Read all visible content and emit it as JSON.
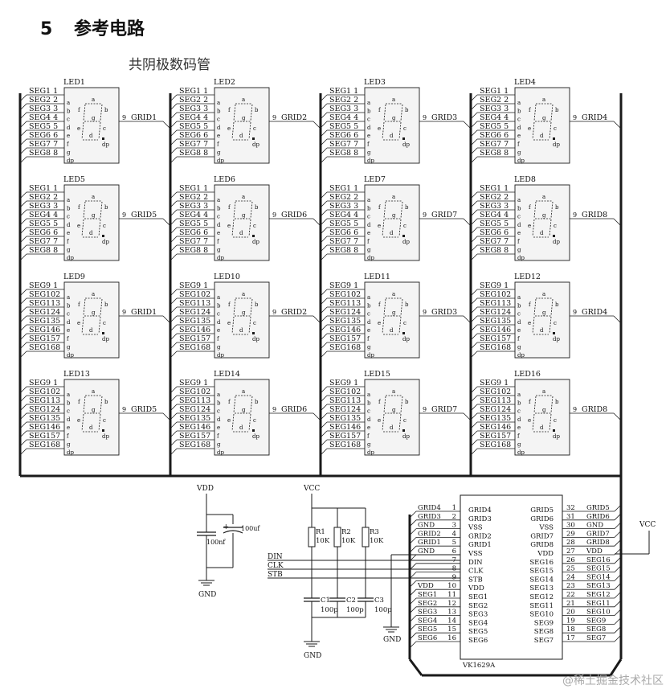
{
  "section": {
    "number": "5",
    "title": "参考电路"
  },
  "subtitle": "共阴极数码管",
  "led_segment_letters": [
    "a",
    "b",
    "c",
    "d",
    "e",
    "f",
    "g",
    "dp"
  ],
  "led_digit_labels": [
    "a",
    "b",
    "c",
    "d",
    "e",
    "f",
    "g",
    "dp"
  ],
  "leds": [
    {
      "name": "LED1",
      "grid": "GRID1",
      "pins": [
        "SEG1  1",
        "SEG2  2",
        "SEG3  3",
        "SEG4  4",
        "SEG5  5",
        "SEG6  6",
        "SEG7  7",
        "SEG8  8"
      ]
    },
    {
      "name": "LED2",
      "grid": "GRID2",
      "pins": [
        "SEG1  1",
        "SEG2  2",
        "SEG3  3",
        "SEG4  4",
        "SEG5  5",
        "SEG6  6",
        "SEG7  7",
        "SEG8  8"
      ]
    },
    {
      "name": "LED3",
      "grid": "GRID3",
      "pins": [
        "SEG1  1",
        "SEG2  2",
        "SEG3  3",
        "SEG4  4",
        "SEG5  5",
        "SEG6  6",
        "SEG7  7",
        "SEG8  8"
      ]
    },
    {
      "name": "LED4",
      "grid": "GRID4",
      "pins": [
        "SEG1  1",
        "SEG2  2",
        "SEG3  3",
        "SEG4  4",
        "SEG5  5",
        "SEG6  6",
        "SEG7  7",
        "SEG8  8"
      ]
    },
    {
      "name": "LED5",
      "grid": "GRID5",
      "pins": [
        "SEG1  1",
        "SEG2  2",
        "SEG3  3",
        "SEG4  4",
        "SEG5  5",
        "SEG6  6",
        "SEG7  7",
        "SEG8  8"
      ]
    },
    {
      "name": "LED6",
      "grid": "GRID6",
      "pins": [
        "SEG1  1",
        "SEG2  2",
        "SEG3  3",
        "SEG4  4",
        "SEG5  5",
        "SEG6  6",
        "SEG7  7",
        "SEG8  8"
      ]
    },
    {
      "name": "LED7",
      "grid": "GRID7",
      "pins": [
        "SEG1  1",
        "SEG2  2",
        "SEG3  3",
        "SEG4  4",
        "SEG5  5",
        "SEG6  6",
        "SEG7  7",
        "SEG8  8"
      ]
    },
    {
      "name": "LED8",
      "grid": "GRID8",
      "pins": [
        "SEG1  1",
        "SEG2  2",
        "SEG3  3",
        "SEG4  4",
        "SEG5  5",
        "SEG6  6",
        "SEG7  7",
        "SEG8  8"
      ]
    },
    {
      "name": "LED9",
      "grid": "GRID1",
      "pins": [
        "SEG9  1",
        "SEG102",
        "SEG113",
        "SEG124",
        "SEG135",
        "SEG146",
        "SEG157",
        "SEG168"
      ]
    },
    {
      "name": "LED10",
      "grid": "GRID2",
      "pins": [
        "SEG9  1",
        "SEG102",
        "SEG113",
        "SEG124",
        "SEG135",
        "SEG146",
        "SEG157",
        "SEG168"
      ]
    },
    {
      "name": "LED11",
      "grid": "GRID3",
      "pins": [
        "SEG9  1",
        "SEG102",
        "SEG113",
        "SEG124",
        "SEG135",
        "SEG146",
        "SEG157",
        "SEG168"
      ]
    },
    {
      "name": "LED12",
      "grid": "GRID4",
      "pins": [
        "SEG9  1",
        "SEG102",
        "SEG113",
        "SEG124",
        "SEG135",
        "SEG146",
        "SEG157",
        "SEG168"
      ]
    },
    {
      "name": "LED13",
      "grid": "GRID5",
      "pins": [
        "SEG9  1",
        "SEG102",
        "SEG113",
        "SEG124",
        "SEG135",
        "SEG146",
        "SEG157",
        "SEG168"
      ]
    },
    {
      "name": "LED14",
      "grid": "GRID6",
      "pins": [
        "SEG9  1",
        "SEG102",
        "SEG113",
        "SEG124",
        "SEG135",
        "SEG146",
        "SEG157",
        "SEG168"
      ]
    },
    {
      "name": "LED15",
      "grid": "GRID7",
      "pins": [
        "SEG9  1",
        "SEG102",
        "SEG113",
        "SEG124",
        "SEG135",
        "SEG146",
        "SEG157",
        "SEG168"
      ]
    },
    {
      "name": "LED16",
      "grid": "GRID8",
      "pins": [
        "SEG9  1",
        "SEG102",
        "SEG113",
        "SEG124",
        "SEG135",
        "SEG146",
        "SEG157",
        "SEG168"
      ]
    }
  ],
  "grid_pin_number": "9",
  "power": {
    "vdd": "VDD",
    "gnd": "GND",
    "c_bulk": "100uf",
    "c_small": "100nf",
    "plus": "+"
  },
  "pullups": {
    "vcc": "VCC",
    "resistors": [
      {
        "ref": "R1",
        "value": "10K"
      },
      {
        "ref": "R2",
        "value": "10K"
      },
      {
        "ref": "R3",
        "value": "10K"
      }
    ],
    "caps": [
      {
        "ref": "C1",
        "value": "100p"
      },
      {
        "ref": "C2",
        "value": "100p"
      },
      {
        "ref": "C3",
        "value": "100p"
      }
    ],
    "signals": [
      "DIN",
      "CLK",
      "STB"
    ],
    "gnd": "GND"
  },
  "ic": {
    "part": "VK1629A",
    "left_nets": [
      "GRID4",
      "GRID3",
      "GND",
      "GRID2",
      "GRID1",
      "GND",
      "",
      "",
      "",
      "VDD",
      "SEG1",
      "SEG2",
      "SEG3",
      "SEG4",
      "SEG5",
      "SEG6"
    ],
    "left_nums": [
      "1",
      "2",
      "3",
      "4",
      "5",
      "6",
      "7",
      "8",
      "9",
      "10",
      "11",
      "12",
      "13",
      "14",
      "15",
      "16"
    ],
    "left_names": [
      "GRID4",
      "GRID3",
      "VSS",
      "GRID2",
      "GRID1",
      "VSS",
      "DIN",
      "CLK",
      "STB",
      "VDD",
      "SEG1",
      "SEG2",
      "SEG3",
      "SEG4",
      "SEG5",
      "SEG6"
    ],
    "right_names": [
      "GRID5",
      "GRID6",
      "VSS",
      "GRID7",
      "GRID8",
      "VDD",
      "SEG16",
      "SEG15",
      "SEG14",
      "SEG13",
      "SEG12",
      "SEG11",
      "SEG10",
      "SEG9",
      "SEG8",
      "SEG7"
    ],
    "right_nums": [
      "32",
      "31",
      "30",
      "29",
      "28",
      "27",
      "26",
      "25",
      "24",
      "23",
      "22",
      "21",
      "20",
      "19",
      "18",
      "17"
    ],
    "right_nets": [
      "GRID5",
      "GRID6",
      "GND",
      "GRID7",
      "GRID8",
      "VDD",
      "SEG16",
      "SEG15",
      "SEG14",
      "SEG13",
      "SEG12",
      "SEG11",
      "SEG10",
      "SEG9",
      "SEG8",
      "SEG7"
    ],
    "gnd": "GND",
    "vcc": "VCC"
  },
  "watermark": "@稀土掘金技术社区",
  "colors": {
    "wire": "#1a1a1a",
    "box_fill": "#f4f4f4"
  }
}
